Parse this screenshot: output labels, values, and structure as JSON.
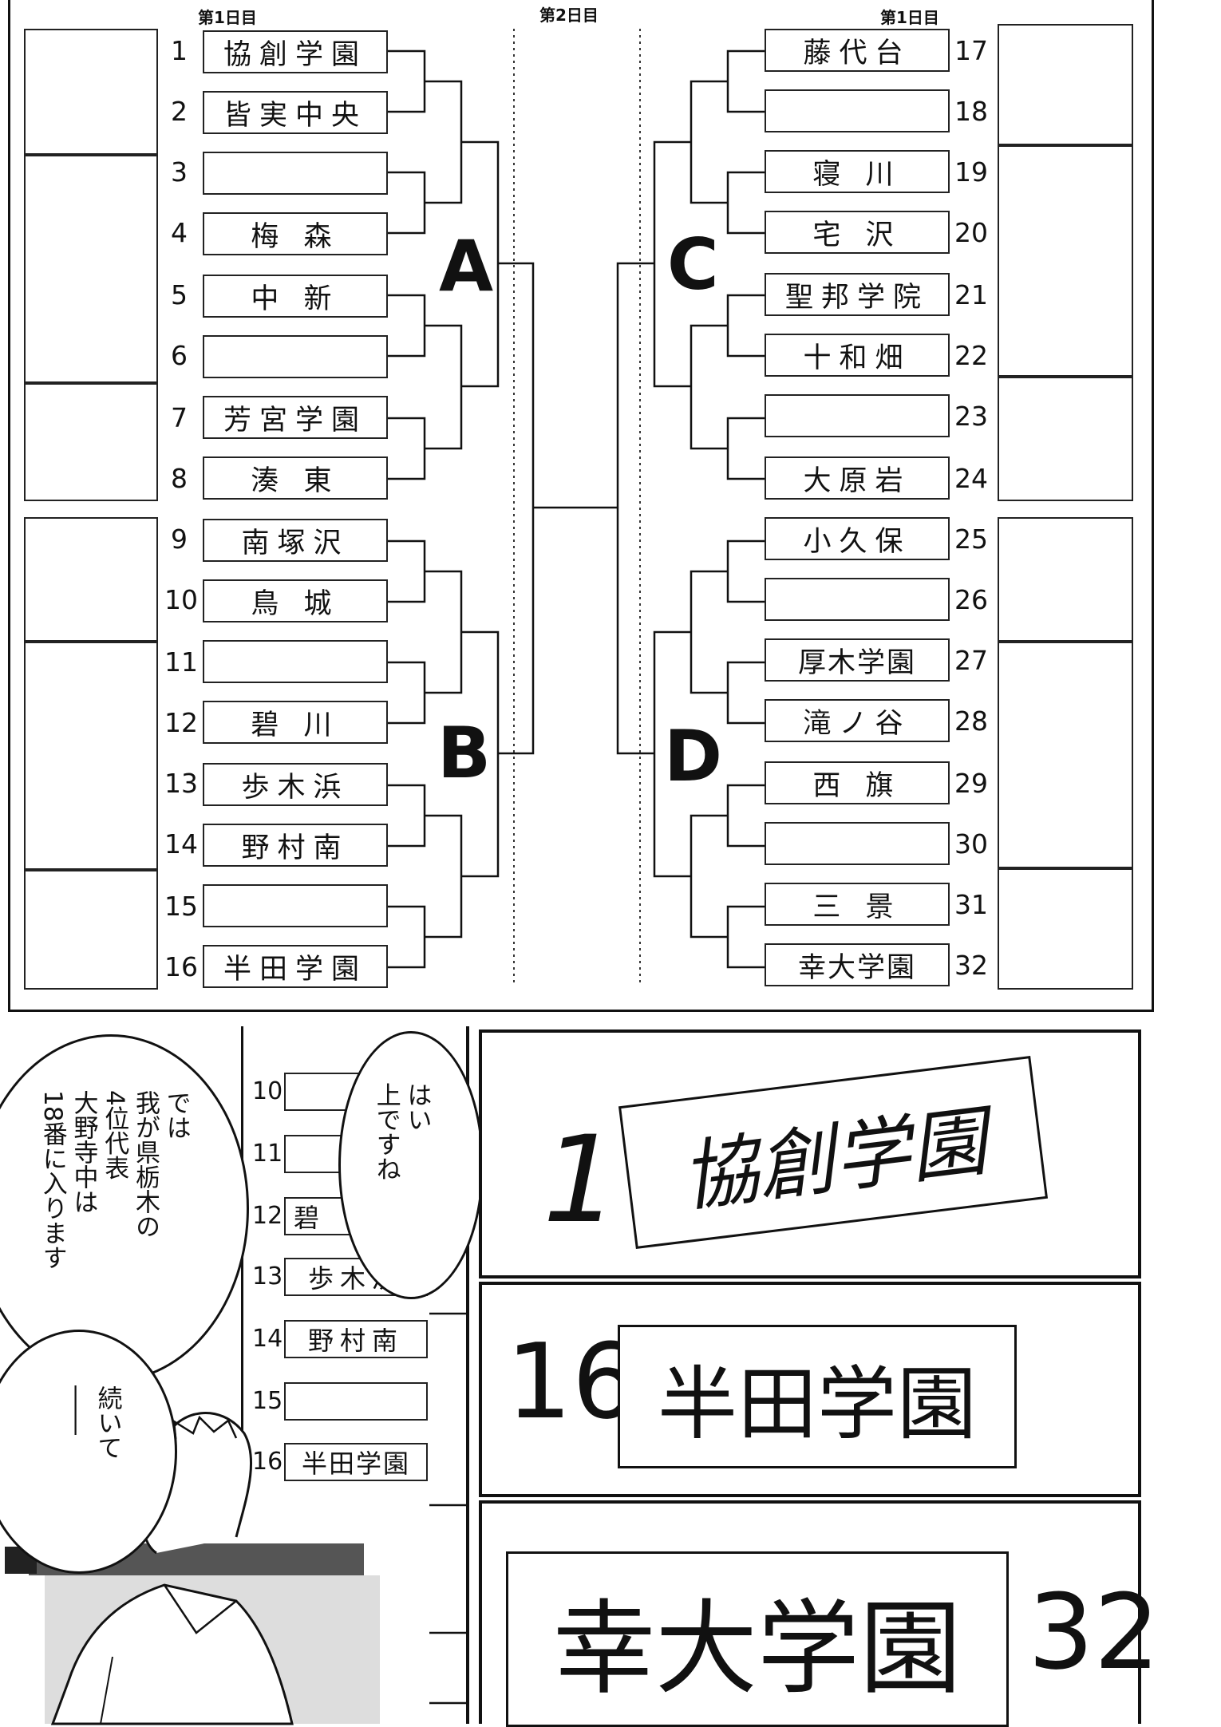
{
  "bracket": {
    "day_labels": {
      "left": "第1日目",
      "center": "第2日目",
      "right": "第1日目"
    },
    "block_labels": [
      "A",
      "B",
      "C",
      "D"
    ],
    "left_slots": [
      {
        "num": "1",
        "name": "協創学園"
      },
      {
        "num": "2",
        "name": "皆実中央"
      },
      {
        "num": "3",
        "name": ""
      },
      {
        "num": "4",
        "name": "梅 森"
      },
      {
        "num": "5",
        "name": "中 新"
      },
      {
        "num": "6",
        "name": ""
      },
      {
        "num": "7",
        "name": "芳宮学園"
      },
      {
        "num": "8",
        "name": "湊 東"
      },
      {
        "num": "9",
        "name": "南塚沢"
      },
      {
        "num": "10",
        "name": "鳥 城"
      },
      {
        "num": "11",
        "name": ""
      },
      {
        "num": "12",
        "name": "碧 川"
      },
      {
        "num": "13",
        "name": "歩木浜"
      },
      {
        "num": "14",
        "name": "野村南"
      },
      {
        "num": "15",
        "name": ""
      },
      {
        "num": "16",
        "name": "半田学園"
      }
    ],
    "right_slots": [
      {
        "num": "17",
        "name": "藤代台"
      },
      {
        "num": "18",
        "name": ""
      },
      {
        "num": "19",
        "name": "寝 川"
      },
      {
        "num": "20",
        "name": "宅 沢"
      },
      {
        "num": "21",
        "name": "聖邦学院"
      },
      {
        "num": "22",
        "name": "十和畑"
      },
      {
        "num": "23",
        "name": ""
      },
      {
        "num": "24",
        "name": "大原岩"
      },
      {
        "num": "25",
        "name": "小久保"
      },
      {
        "num": "26",
        "name": ""
      },
      {
        "num": "27",
        "name": "厚木学園"
      },
      {
        "num": "28",
        "name": "滝ノ谷"
      },
      {
        "num": "29",
        "name": "西 旗"
      },
      {
        "num": "30",
        "name": ""
      },
      {
        "num": "31",
        "name": "三 景"
      },
      {
        "num": "32",
        "name": "幸大学園"
      }
    ]
  },
  "inset": {
    "slots": [
      {
        "num": "10",
        "name": ""
      },
      {
        "num": "11",
        "name": ""
      },
      {
        "num": "12",
        "name": "碧"
      },
      {
        "num": "13",
        "name": "歩木浜"
      },
      {
        "num": "14",
        "name": "野村南"
      },
      {
        "num": "15",
        "name": ""
      },
      {
        "num": "16",
        "name": "半田学園"
      }
    ]
  },
  "speech": {
    "announcer": "では\n我が県栃木の\n4位代表\n大野寺中は\n18番に入ります",
    "reply": "はい\n上ですね",
    "continue": "続いて\n――"
  },
  "closeups": {
    "panel1": {
      "num": "1",
      "name": "協創学園"
    },
    "panel2": {
      "num": "16",
      "name": "半田学園"
    },
    "panel3": {
      "num": "32",
      "name": "幸大学園"
    }
  }
}
